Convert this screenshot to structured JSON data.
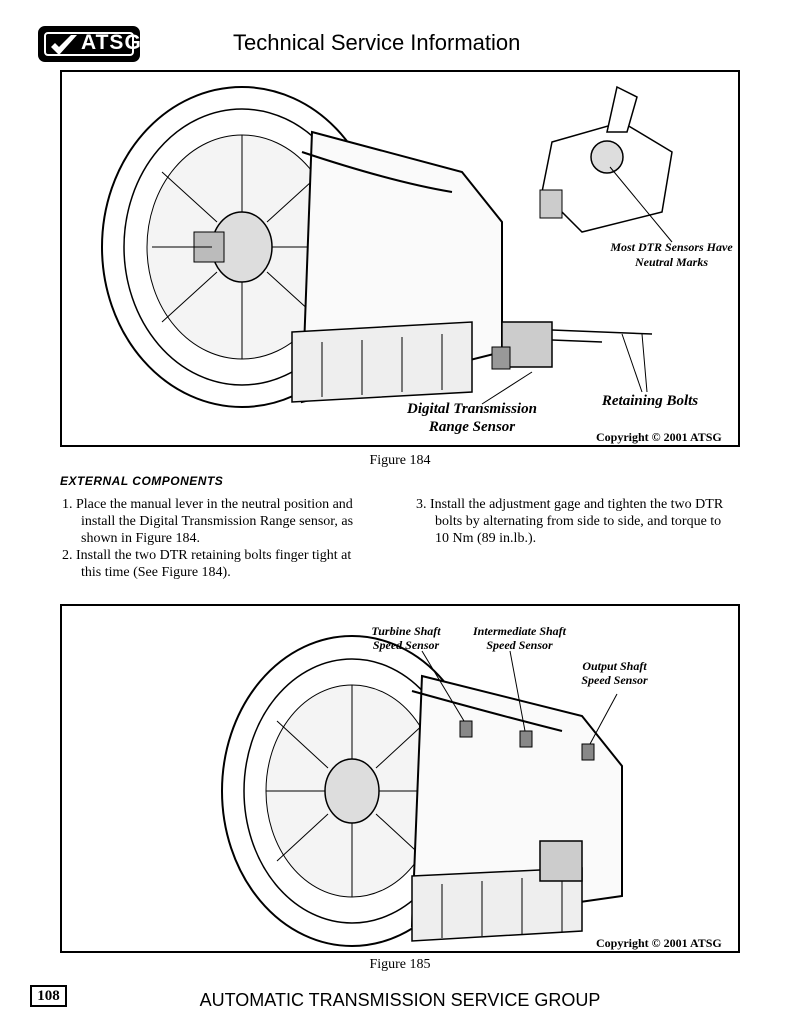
{
  "header": {
    "logo_text": "ATSG",
    "title": "Technical Service Information"
  },
  "figure184": {
    "caption": "Figure 184",
    "copyright": "Copyright © 2001 ATSG",
    "labels": {
      "neutral_marks": "Most DTR Sensors Have Neutral Marks",
      "retaining_bolts": "Retaining Bolts",
      "dtr_sensor": "Digital Transmission Range Sensor"
    }
  },
  "section": {
    "heading": "EXTERNAL COMPONENTS",
    "steps": [
      "1. Place the manual lever in the neutral position and install the Digital Transmission Range sensor, as shown in Figure 184.",
      "2. Install the two DTR retaining bolts finger tight at this time  (See Figure 184).",
      "3. Install the adjustment gage and tighten the two DTR bolts by alternating from side to side, and torque to 10 Nm (89 in.lb.)."
    ]
  },
  "figure185": {
    "caption": "Figure 185",
    "copyright": "Copyright © 2001 ATSG",
    "labels": {
      "turbine": "Turbine Shaft Speed Sensor",
      "intermediate": "Intermediate Shaft Speed Sensor",
      "output": "Output Shaft Speed Sensor"
    }
  },
  "footer": {
    "page_number": "108",
    "org": "AUTOMATIC TRANSMISSION SERVICE GROUP"
  }
}
